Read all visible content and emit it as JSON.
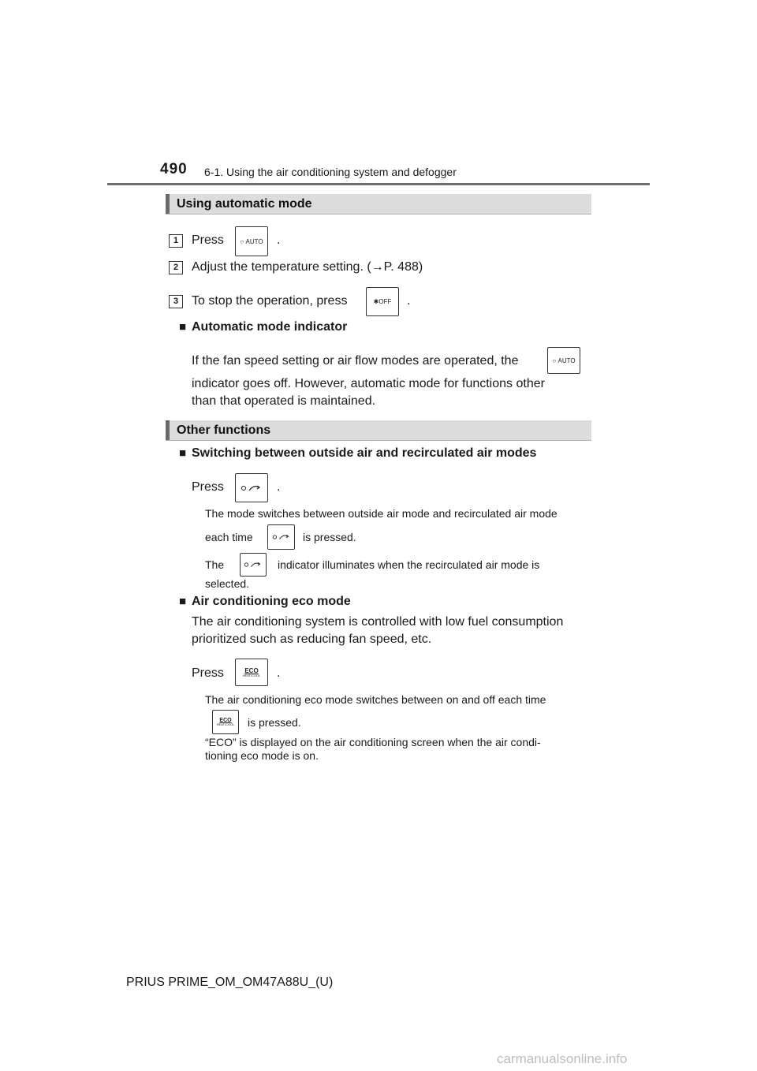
{
  "header": {
    "page_number": "490",
    "section_title": "6-1. Using the air conditioning system and defogger"
  },
  "section_auto": {
    "title": "Using automatic mode",
    "steps": [
      {
        "num": "1",
        "before": "Press",
        "after": "."
      },
      {
        "num": "2",
        "text": "Adjust the temperature setting. (→P. 488)"
      },
      {
        "num": "3",
        "before": "To stop the operation, press",
        "after": "."
      }
    ],
    "indicator_heading": "Automatic mode indicator",
    "indicator_line1": "If the fan speed setting or air flow modes are operated, the",
    "indicator_line2": "indicator goes off. However, automatic mode for functions other",
    "indicator_line3": "than that operated is maintained."
  },
  "section_other": {
    "title": "Other functions",
    "switching_heading": "Switching between outside air and recirculated air modes",
    "switching_press": "Press",
    "switching_dot": ".",
    "switching_note1": "The mode switches between outside air mode and recirculated air mode",
    "switching_note2_before": "each time",
    "switching_note2_after": "is pressed.",
    "switching_note3_before": "The",
    "switching_note3_after": "indicator illuminates when the recirculated air mode is",
    "switching_note4": "selected.",
    "eco_heading": "Air conditioning eco mode",
    "eco_line1": "The air conditioning system is controlled with low fuel consumption",
    "eco_line2": "prioritized such as reducing fan speed, etc.",
    "eco_press": "Press",
    "eco_dot": ".",
    "eco_note1": "The air conditioning eco mode switches between on and off each time",
    "eco_note2": "is pressed.",
    "eco_note3": "“ECO” is displayed on the air conditioning screen when the air condi-",
    "eco_note4": "tioning eco mode is on."
  },
  "buttons": {
    "auto_label": "AUTO",
    "off_label": "OFF",
    "eco_label": "ECO",
    "eco_sub_label": "HEAT/COOL"
  },
  "bullet_icon": "■",
  "footer": {
    "doc_code": "PRIUS PRIME_OM_OM47A88U_(U)",
    "watermark": "carmanualsonline.info"
  }
}
